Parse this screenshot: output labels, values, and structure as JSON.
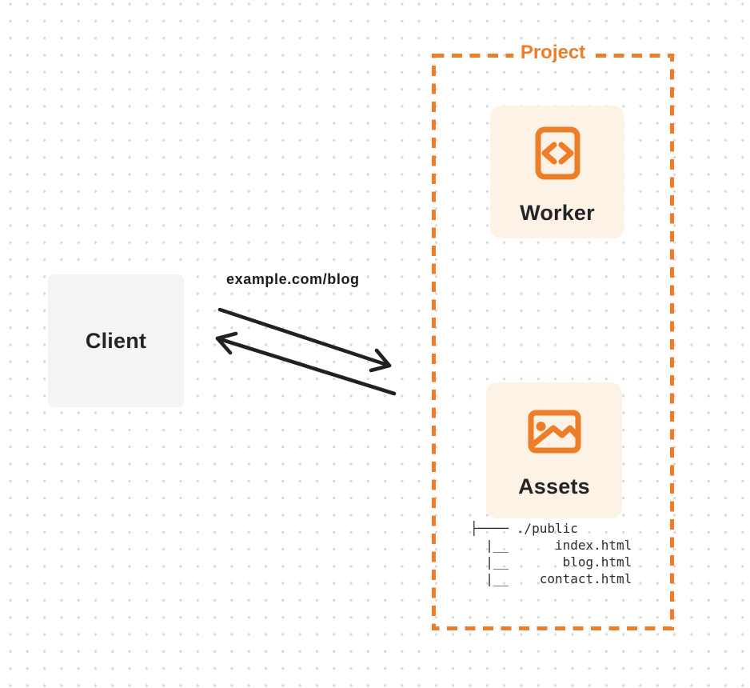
{
  "diagram": {
    "client": {
      "label": "Client"
    },
    "request_label": "example.com/blog",
    "project": {
      "title": "Project",
      "worker": {
        "label": "Worker",
        "icon": "code-file-icon"
      },
      "assets": {
        "label": "Assets",
        "icon": "image-icon"
      },
      "file_tree_text": "├──── ./public\n  |__      index.html\n  |__       blog.html\n  |__    contact.html"
    },
    "colors": {
      "accent": "#ee7d2a",
      "card_bg": "#fcf2e5",
      "client_bg": "#f4f4f5",
      "arrow": "#212121",
      "ink": "#222427"
    }
  }
}
